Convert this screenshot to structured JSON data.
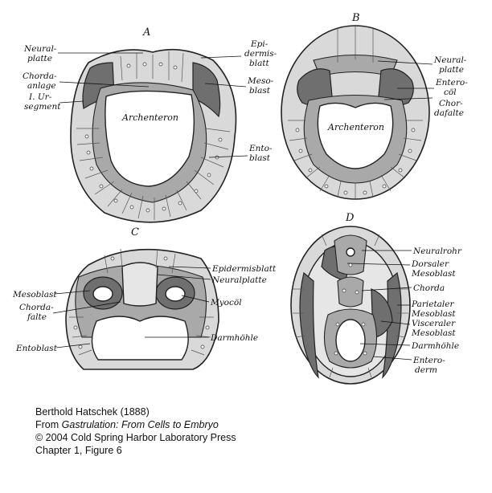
{
  "panels": {
    "A": {
      "letter": "A",
      "labels": {
        "neural_1": "Neural-",
        "neural_2": "platte",
        "chorda_1": "Chorda-",
        "chorda_2": "anlage",
        "urseg_1": "I. Ur-",
        "urseg_2": "segment",
        "epi_1": "Epi-",
        "epi_2": "dermis-",
        "epi_3": "blatt",
        "meso_1": "Meso-",
        "meso_2": "blast",
        "ento_1": "Ento-",
        "ento_2": "blast",
        "center": "Archenteron"
      }
    },
    "B": {
      "letter": "B",
      "labels": {
        "neural_1": "Neural-",
        "neural_2": "platte",
        "entero_1": "Entero-",
        "entero_2": "cöl",
        "chorda_1": "Chor-",
        "chorda_2": "dafalte",
        "center": "Archenteron"
      }
    },
    "C": {
      "letter": "C",
      "labels": {
        "epidermis": "Epidermisblatt",
        "neuralplatte": "Neuralplatte",
        "myocoel": "Myocöl",
        "darmhoehle": "Darmhöhle",
        "mesoblast": "Mesoblast",
        "chorda_1": "Chorda-",
        "chorda_2": "falte",
        "entoblast": "Entoblast"
      }
    },
    "D": {
      "letter": "D",
      "labels": {
        "neuralrohr": "Neuralrohr",
        "dorsaler_1": "Dorsaler",
        "dorsaler_2": "Mesoblast",
        "chorda": "Chorda",
        "parietaler_1": "Parietaler",
        "parietaler_2": "Mesoblast",
        "visceraler_1": "Visceraler",
        "visceraler_2": "Mesoblast",
        "darmhoehle": "Darmhöhle",
        "entero_1": "Entero-",
        "entero_2": "derm"
      }
    }
  },
  "caption": {
    "line1": "Berthold Hatschek (1888)",
    "line2_prefix": "From ",
    "line2_title": "Gastrulation: From Cells to Embryo",
    "line3": "© 2004 Cold Spring Harbor Laboratory Press",
    "line4": "Chapter 1, Figure 6"
  }
}
